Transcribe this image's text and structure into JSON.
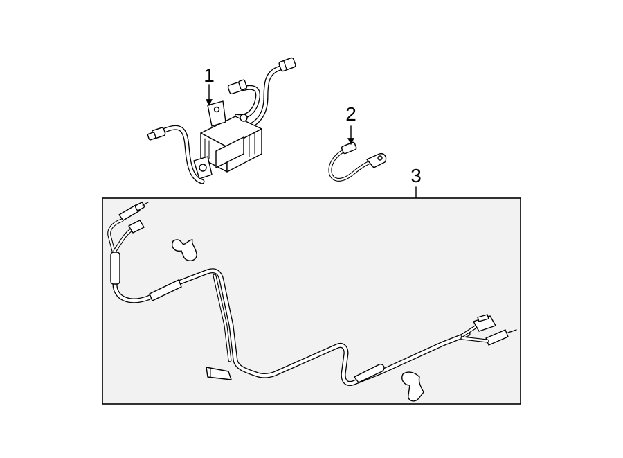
{
  "diagram": {
    "callouts": [
      {
        "id": "1",
        "label": "1"
      },
      {
        "id": "2",
        "label": "2"
      },
      {
        "id": "3",
        "label": "3"
      }
    ],
    "colors": {
      "line": "#000000",
      "background": "#ffffff",
      "frame_fill": "#f2f2f2"
    }
  }
}
